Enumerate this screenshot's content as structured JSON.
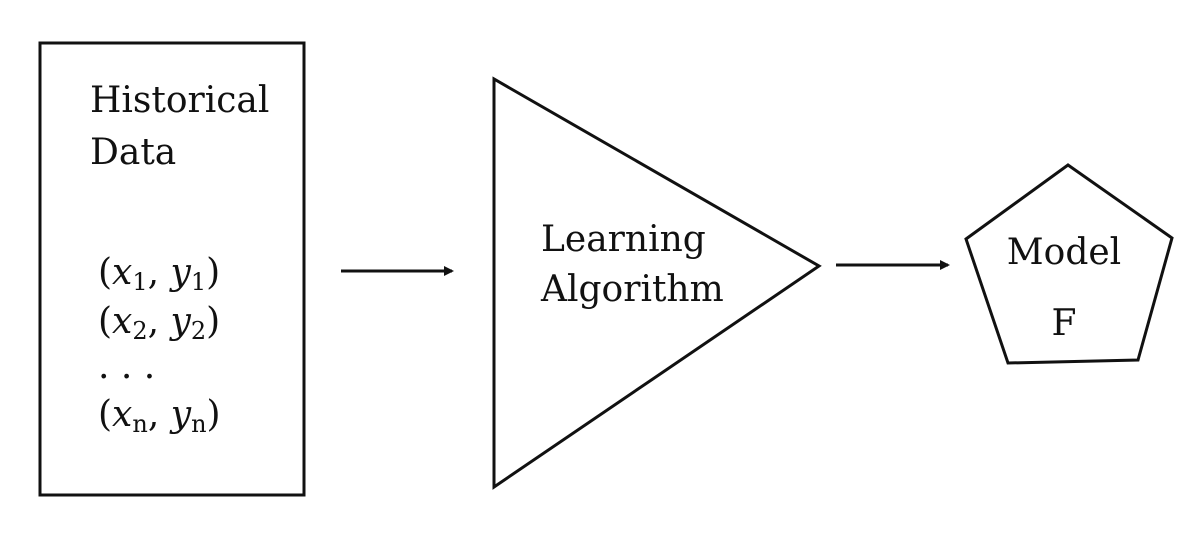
{
  "data_box": {
    "title_line1": "Historical",
    "title_line2": "Data",
    "pairs": [
      {
        "open": "(",
        "x": "x",
        "x_sub": "1",
        "comma": ", ",
        "y": "y",
        "y_sub": "1",
        "close": ")"
      },
      {
        "open": "(",
        "x": "x",
        "x_sub": "2",
        "comma": ", ",
        "y": "y",
        "y_sub": "2",
        "close": ")"
      },
      {
        "ellipsis": ". . ."
      },
      {
        "open": "(",
        "x": "x",
        "x_sub": "n",
        "comma": ", ",
        "y": "y",
        "y_sub": "n",
        "close": ")"
      }
    ]
  },
  "learning": {
    "line1": "Learning",
    "line2": "Algorithm"
  },
  "model": {
    "line1": "Model",
    "line2": "F"
  },
  "colors": {
    "stroke": "#111111",
    "background": "#ffffff"
  }
}
